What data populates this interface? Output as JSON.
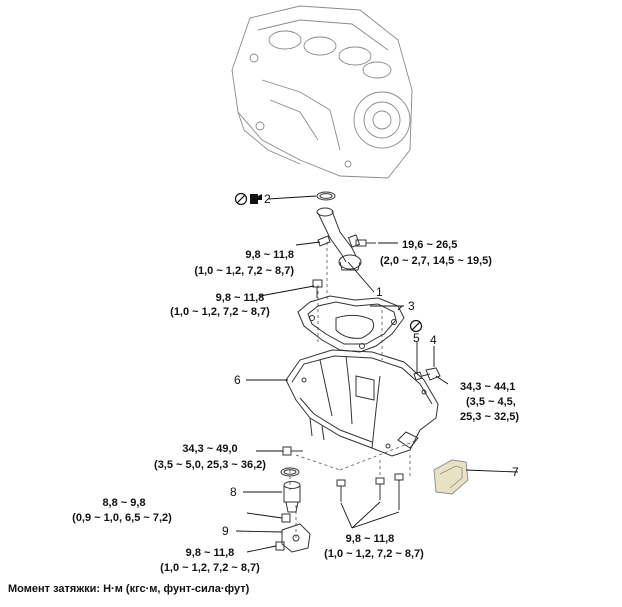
{
  "callouts": [
    "1",
    "2",
    "3",
    "4",
    "5",
    "6",
    "7",
    "8",
    "9"
  ],
  "torque_specs": {
    "t1_line1": "9,8 ~ 11,8",
    "t1_line2": "(1,0 ~ 1,2, 7,2 ~ 8,7)",
    "t2_line1": "19,6 ~ 26,5",
    "t2_line2": "(2,0 ~ 2,7, 14,5 ~ 19,5)",
    "t3_line1": "9,8 ~ 11,8",
    "t3_line2": "(1,0 ~ 1,2, 7,2 ~ 8,7)",
    "t4_line1": "34,3 ~ 44,1",
    "t4_line2": "(3,5 ~ 4,5,",
    "t4_line3": "25,3 ~ 32,5)",
    "t5_line1": "34,3 ~ 49,0",
    "t5_line2": "(3,5 ~ 5,0, 25,3 ~ 36,2)",
    "t6_line1": "8,8 ~ 9,8",
    "t6_line2": "(0,9 ~ 1,0, 6,5 ~ 7,2)",
    "t7_line1": "9,8 ~ 11,8",
    "t7_line2": "(1,0 ~ 1,2, 7,2 ~ 8,7)",
    "t8_line1": "9,8 ~ 11,8",
    "t8_line2": "(1,0 ~ 1,2, 7,2 ~ 8,7)"
  },
  "footer": "Момент затяжки: Н·м (кгс·м, фунт-сила·фут)",
  "icons": {
    "no_reuse": "prohibition-circle-icon",
    "sealant": "sealant-tube-icon"
  },
  "colors": {
    "line": "#333333",
    "part_light": "#8a8a8a",
    "strainer_fill": "#e8e2c4"
  }
}
